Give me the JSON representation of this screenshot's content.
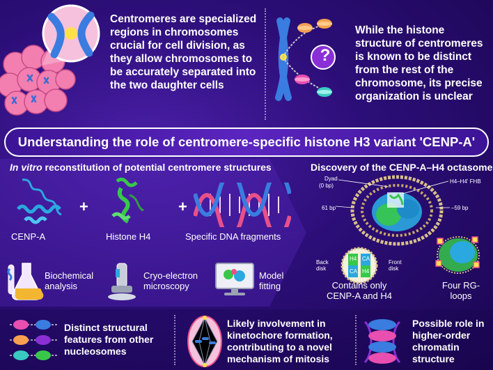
{
  "top": {
    "left_text": "Centromeres are specialized regions in chromosomes crucial for cell division, as they allow chromosomes to be accurately separated into the two daughter cells",
    "right_text": "While the histone structure of centromeres is known to be distinct from the rest of the chromosome, its precise organization is unclear",
    "question_mark": "?"
  },
  "banner": {
    "title": "Understanding the role of centromere-specific histone H3 variant 'CENP-A'"
  },
  "reconstitution": {
    "heading_italic": "In vitro",
    "heading_rest": " reconstitution of potential centromere structures",
    "items": [
      {
        "label": "CENP-A",
        "icon": "cenp-a-protein-icon"
      },
      {
        "label": "Histone H4",
        "icon": "histone-h4-protein-icon"
      },
      {
        "label": "Specific DNA fragments",
        "icon": "dna-helix-icon"
      }
    ],
    "plus": "+",
    "methods": [
      {
        "label": "Biochemical analysis",
        "icon": "flask-icon"
      },
      {
        "label": "Cryo-electron microscopy",
        "icon": "microscope-icon"
      },
      {
        "label": "Model fitting",
        "icon": "monitor-icon"
      }
    ]
  },
  "discovery": {
    "heading": "Discovery of the CENP-A–H4 octasome",
    "dyad_label": "Dyad",
    "dyad_bp": "(0 bp)",
    "fhb_label": "H4–H4' FHB",
    "left_bp": "61 bp",
    "right_bp": "–59 bp",
    "back_disk": "Back disk",
    "front_disk": "Front disk",
    "disk_tags": [
      "H4",
      "CA",
      "CA",
      "H4"
    ],
    "contains_text": "Contains only CENP-A and H4",
    "loops_text": "Four RG-loops"
  },
  "bottom": [
    {
      "text": "Distinct structural features from other nucleosomes",
      "icon": "nucleosome-array-icon"
    },
    {
      "text": "Likely involvement in kinetochore formation, contributing to a novel mechanism of mitosis",
      "icon": "mitotic-cell-icon"
    },
    {
      "text": "Possible role in higher-order chromatin structure",
      "icon": "chromatin-stack-icon"
    }
  ],
  "colors": {
    "background": "#2c0e78",
    "banner": "#5b25c0",
    "cenp_a": "#2aa8e0",
    "h4": "#37c84a",
    "dna_pink": "#e8508a",
    "dna_blue": "#3a7ce0"
  }
}
